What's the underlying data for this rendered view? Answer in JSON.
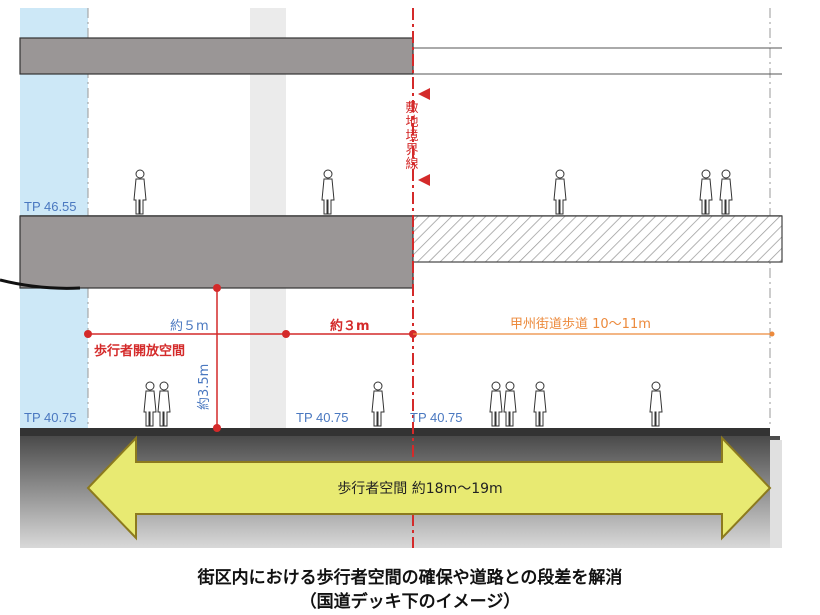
{
  "labels": {
    "boundary_line": [
      "敷",
      "地",
      "境",
      "界",
      "線"
    ],
    "tp_upper": "TP 46.55",
    "tp_lower_left": "TP 40.75",
    "tp_lower_mid": "TP 40.75",
    "tp_lower_right": "TP 40.75",
    "dim_5m": "約５m",
    "dim_3m": "約３m",
    "dim_sidewalk": "甲州街道歩道  10～11m",
    "open_space": "歩行者開放空間",
    "dim_35m": "約3.5m",
    "pedestrian_space": "歩行者空間 約18m～19m"
  },
  "caption": {
    "line1": "街区内における歩行者空間の確保や道路との段差を解消",
    "line2": "（国道デッキ下のイメージ）"
  },
  "colors": {
    "boundary_red": "#d42a2a",
    "tp_blue": "#4a78c0",
    "sidewalk_orange": "#ec8a3c",
    "arrow_yellow": "#e8ea72",
    "arrow_outline": "#8c7a1e",
    "slab_gray": "#9a9696",
    "ground_dark": "#3a3a3a",
    "light_blue_band": "#cde8f7"
  },
  "icons": {
    "pedestrian": "pedestrian-figure-icon",
    "boundary_marker": "red-triangle-marker-icon"
  }
}
